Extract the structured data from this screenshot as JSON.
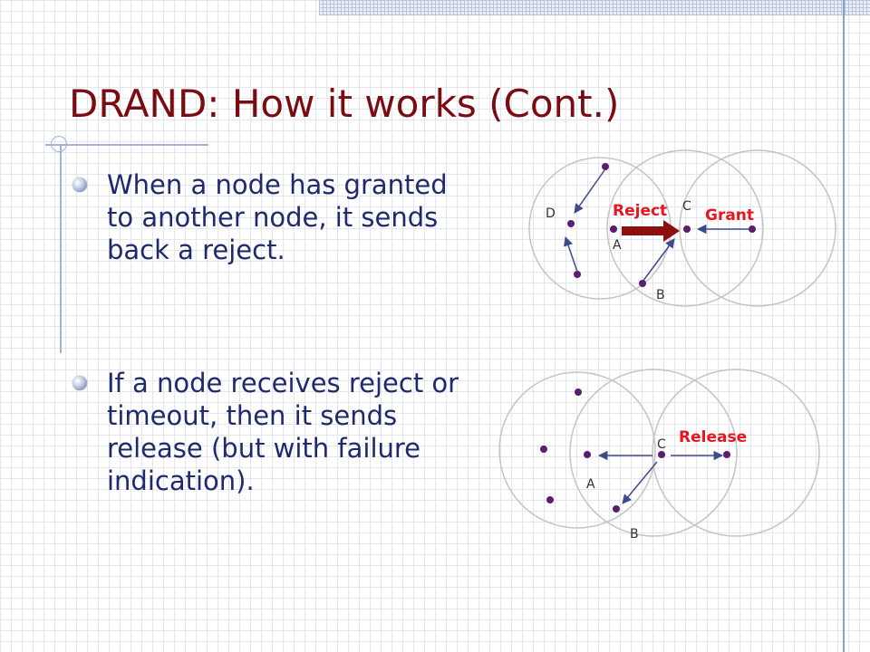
{
  "slide": {
    "title": "DRAND: How it works (Cont.)",
    "bullets": [
      "When a node has granted to another node, it sends back a reject.",
      "If a node receives reject or timeout, then it sends release (but with failure indication)."
    ]
  },
  "diagram_top": {
    "node_labels": {
      "a": "A",
      "b": "B",
      "c": "C",
      "d": "D"
    },
    "message_labels": {
      "reject": "Reject",
      "grant": "Grant"
    }
  },
  "diagram_bottom": {
    "node_labels": {
      "a": "A",
      "b": "B",
      "c": "C"
    },
    "message_labels": {
      "release": "Release"
    }
  },
  "colors": {
    "title": "#7b0b12",
    "body_text": "#1e2a6b",
    "node": "#5a1e6e",
    "message_label": "#e8161d",
    "reject_arrow": "#8c1010"
  }
}
